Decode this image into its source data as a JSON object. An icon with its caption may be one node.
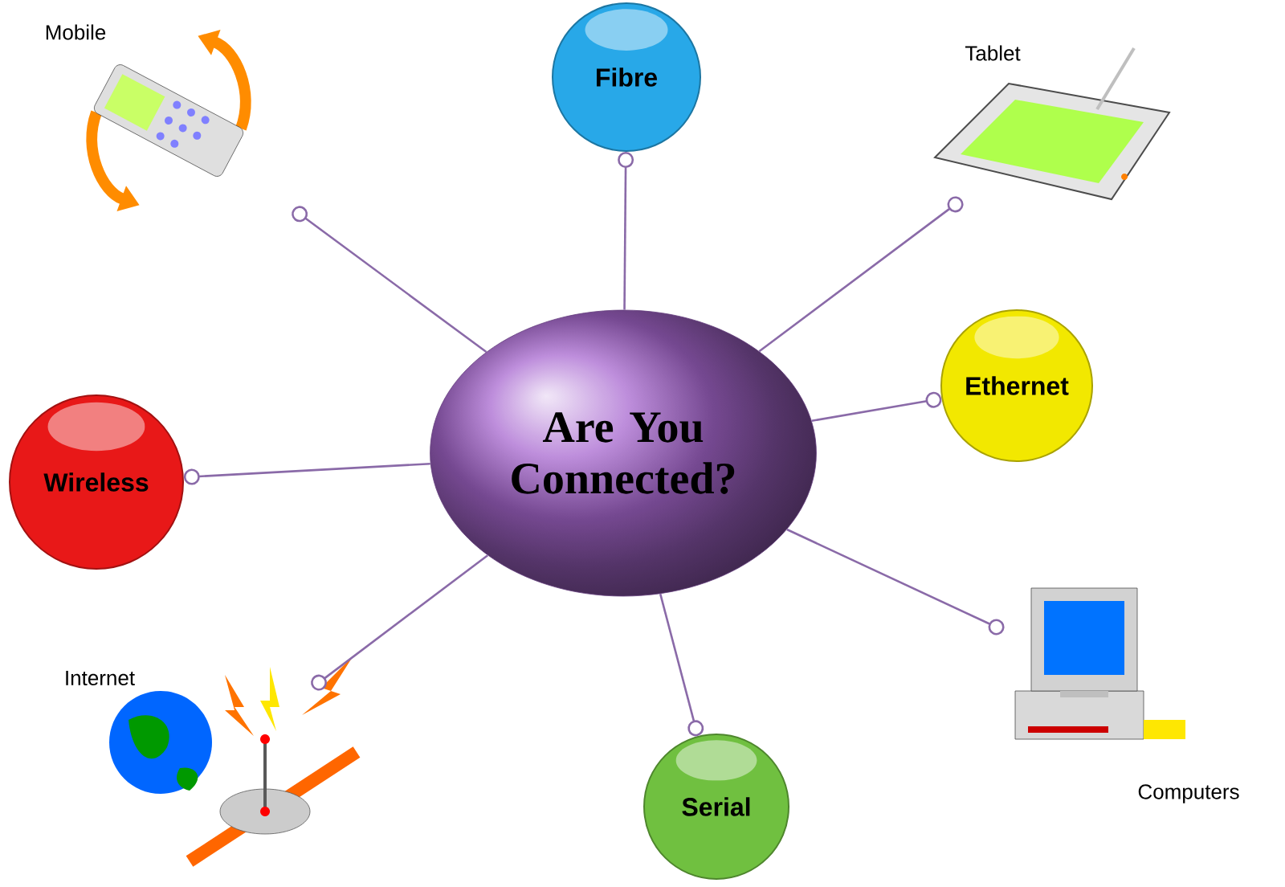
{
  "diagram": {
    "nodes": [
      {
        "text": [
          "Are You Connected?"
        ]
      },
      {
        "text": [
          "Mobile"
        ]
      },
      {
        "text": [
          "Fibre"
        ]
      },
      {
        "text": [
          "Tablet"
        ]
      },
      {
        "text": [
          "Ethernet"
        ]
      },
      {
        "text": [
          "Wireless"
        ]
      },
      {
        "text": [
          "Internet"
        ]
      },
      {
        "text": [
          "Serial"
        ]
      },
      {
        "text": [
          "Computers"
        ]
      }
    ],
    "edges": [
      {
        "from": 0,
        "to": 1,
        "arrow": "other"
      },
      {
        "from": 0,
        "to": 2,
        "arrow": "other"
      },
      {
        "from": 0,
        "to": 3,
        "arrow": "other"
      },
      {
        "from": 0,
        "to": 4,
        "arrow": "other"
      },
      {
        "from": 0,
        "to": 5,
        "arrow": "other"
      },
      {
        "from": 0,
        "to": 6,
        "arrow": "other"
      },
      {
        "from": 0,
        "to": 7,
        "arrow": "other"
      },
      {
        "from": 0,
        "to": 8,
        "arrow": "other"
      }
    ]
  }
}
